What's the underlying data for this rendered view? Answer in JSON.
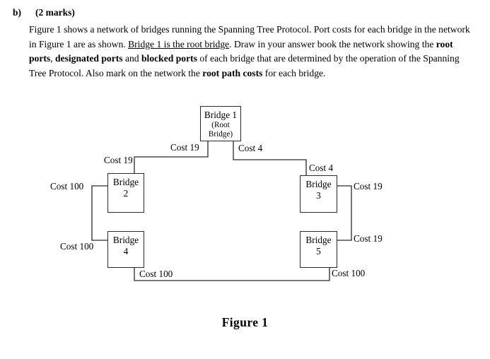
{
  "question": {
    "letter": "b)",
    "marks": "(2 marks)",
    "paragraph_parts": [
      {
        "text": "Figure 1 shows a network of bridges running the Spanning Tree Protocol. Port costs for each bridge in the network in Figure 1 are as shown. ",
        "style": "normal"
      },
      {
        "text": "Bridge 1 is the root bridge",
        "style": "underline"
      },
      {
        "text": ". Draw in your answer book the network showing the ",
        "style": "normal"
      },
      {
        "text": "root ports",
        "style": "bold"
      },
      {
        "text": ", ",
        "style": "normal"
      },
      {
        "text": "designated ports",
        "style": "bold"
      },
      {
        "text": " and ",
        "style": "normal"
      },
      {
        "text": "blocked ports",
        "style": "bold"
      },
      {
        "text": " of each bridge that are determined by the operation of the Spanning Tree Protocol. Also mark on the network the ",
        "style": "normal"
      },
      {
        "text": "root path costs",
        "style": "bold"
      },
      {
        "text": " for each bridge.",
        "style": "normal"
      }
    ]
  },
  "figure": {
    "caption": "Figure 1",
    "nodes": [
      {
        "id": "bridge1",
        "title": "Bridge 1",
        "subtitle_line1": "(Root",
        "subtitle_line2": "Bridge)"
      },
      {
        "id": "bridge2",
        "title": "Bridge",
        "number": "2"
      },
      {
        "id": "bridge3",
        "title": "Bridge",
        "number": "3"
      },
      {
        "id": "bridge4",
        "title": "Bridge",
        "number": "4"
      },
      {
        "id": "bridge5",
        "title": "Bridge",
        "number": "5"
      }
    ],
    "port_cost_labels": [
      {
        "id": "cost-b1-left",
        "text": "Cost 19",
        "belongs_to": "bridge1",
        "link": "bridge1-bridge2"
      },
      {
        "id": "cost-b1-right",
        "text": "Cost 4",
        "belongs_to": "bridge1",
        "link": "bridge1-bridge3"
      },
      {
        "id": "cost-b2-top",
        "text": "Cost 19",
        "belongs_to": "bridge2",
        "link": "bridge1-bridge2"
      },
      {
        "id": "cost-b2-left",
        "text": "Cost 100",
        "belongs_to": "bridge2",
        "link": "bridge2-bridge4"
      },
      {
        "id": "cost-b4-left",
        "text": "Cost 100",
        "belongs_to": "bridge4",
        "link": "bridge2-bridge4"
      },
      {
        "id": "cost-b4-bottom",
        "text": "Cost 100",
        "belongs_to": "bridge4",
        "link": "bridge4-bridge5"
      },
      {
        "id": "cost-b3-top",
        "text": "Cost 4",
        "belongs_to": "bridge3",
        "link": "bridge1-bridge3"
      },
      {
        "id": "cost-b3-right",
        "text": "Cost 19",
        "belongs_to": "bridge3",
        "link": "bridge3-bridge5"
      },
      {
        "id": "cost-b5-right",
        "text": "Cost 19",
        "belongs_to": "bridge5",
        "link": "bridge3-bridge5"
      },
      {
        "id": "cost-b5-bottom",
        "text": "Cost 100",
        "belongs_to": "bridge5",
        "link": "bridge4-bridge5"
      }
    ],
    "links": [
      {
        "from": "bridge1",
        "to": "bridge2",
        "costs": [
          "Cost 19",
          "Cost 19"
        ]
      },
      {
        "from": "bridge1",
        "to": "bridge3",
        "costs": [
          "Cost 4",
          "Cost 4"
        ]
      },
      {
        "from": "bridge2",
        "to": "bridge4",
        "costs": [
          "Cost 100",
          "Cost 100"
        ]
      },
      {
        "from": "bridge3",
        "to": "bridge5",
        "costs": [
          "Cost 19",
          "Cost 19"
        ]
      },
      {
        "from": "bridge4",
        "to": "bridge5",
        "costs": [
          "Cost 100",
          "Cost 100"
        ]
      }
    ]
  },
  "colors": {
    "ink": "#000000",
    "line": "#2a2a2a",
    "page": "#ffffff"
  }
}
